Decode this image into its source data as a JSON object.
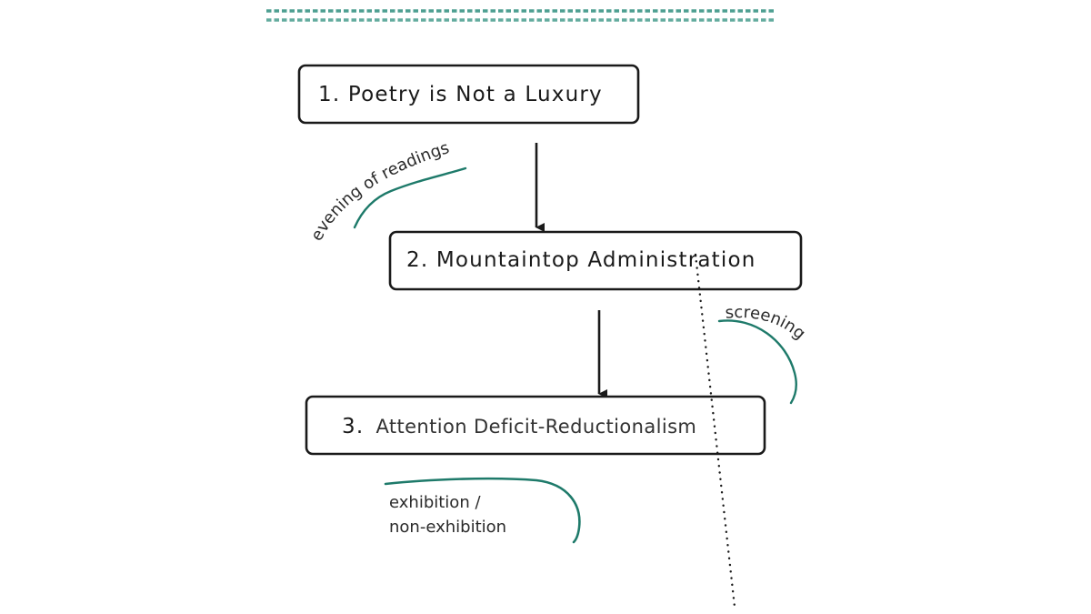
{
  "colors": {
    "accent": "#1e7a6a",
    "stroke": "#1a1a1a",
    "background": "#ffffff"
  },
  "header": {
    "divider": "double-dashed-rule"
  },
  "steps": [
    {
      "number": "1.",
      "title": "Poetry is Not a Luxury",
      "label": "1. Poetry is Not a Luxury"
    },
    {
      "number": "2.",
      "title": "Mountaintop Administration",
      "label": "2. Mountaintop Administration"
    },
    {
      "number": "3.",
      "title": "Attention Deficit-Reductionalism",
      "label": "3. Attention Deficit-Reductionalism"
    }
  ],
  "annotations": {
    "evening": "evening of readings",
    "screening": "screening",
    "exhibition_line1": "exhibition /",
    "exhibition_line2": "non-exhibition"
  },
  "arrows": [
    {
      "from": 1,
      "to": 2,
      "icon": "arrow-down-icon"
    },
    {
      "from": 2,
      "to": 3,
      "icon": "arrow-down-icon"
    }
  ]
}
